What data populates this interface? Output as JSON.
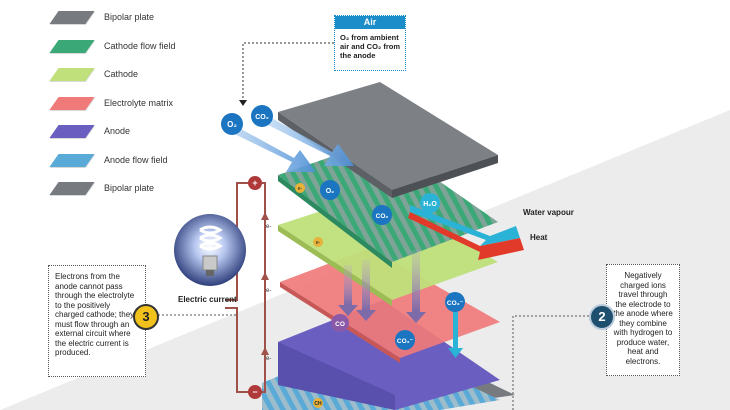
{
  "legend": [
    {
      "label": "Bipolar plate",
      "color": "#777b80"
    },
    {
      "label": "Cathode flow field",
      "color": "#3aa877"
    },
    {
      "label": "Cathode",
      "color": "#bfe07a"
    },
    {
      "label": "Electrolyte matrix",
      "color": "#f07a7a"
    },
    {
      "label": "Anode",
      "color": "#6a5fc0"
    },
    {
      "label": "Anode flow field",
      "color": "#5aaad8"
    },
    {
      "label": "Bipolar plate",
      "color": "#777b80"
    }
  ],
  "air": {
    "title": "Air",
    "text": "O₂ from ambient air and CO₂ from the anode"
  },
  "molecules": {
    "o2_in": "O₂",
    "co2_in": "CO₂",
    "o2_flow": "O₂",
    "co2_flow": "CO₂",
    "h2o": "H₂O",
    "co3_right": "CO₃⁻",
    "co3_mid": "CO₃⁻",
    "co3_left": "CO",
    "ch4": "CH"
  },
  "outputs": {
    "water_vapour": "Water vapour",
    "heat": "Heat"
  },
  "circuit": {
    "plus": "+",
    "minus": "−",
    "electron": "e-",
    "label": "Electric current"
  },
  "step3": {
    "number": "3",
    "text": "Electrons from the anode cannot pass through the electrolyte to the positively charged cathode; they must flow through an external circuit where the electric current is produced."
  },
  "step2": {
    "number": "2",
    "text": "Negatively charged ions travel through the electrode to the anode where they combine with hydrogen to produce water, heat and electrons."
  },
  "colors": {
    "accent": "#1b8dc9",
    "wire": "#a0524a",
    "water_arrow": "#2ab3d6",
    "heat_arrow": "#e23a2a"
  }
}
